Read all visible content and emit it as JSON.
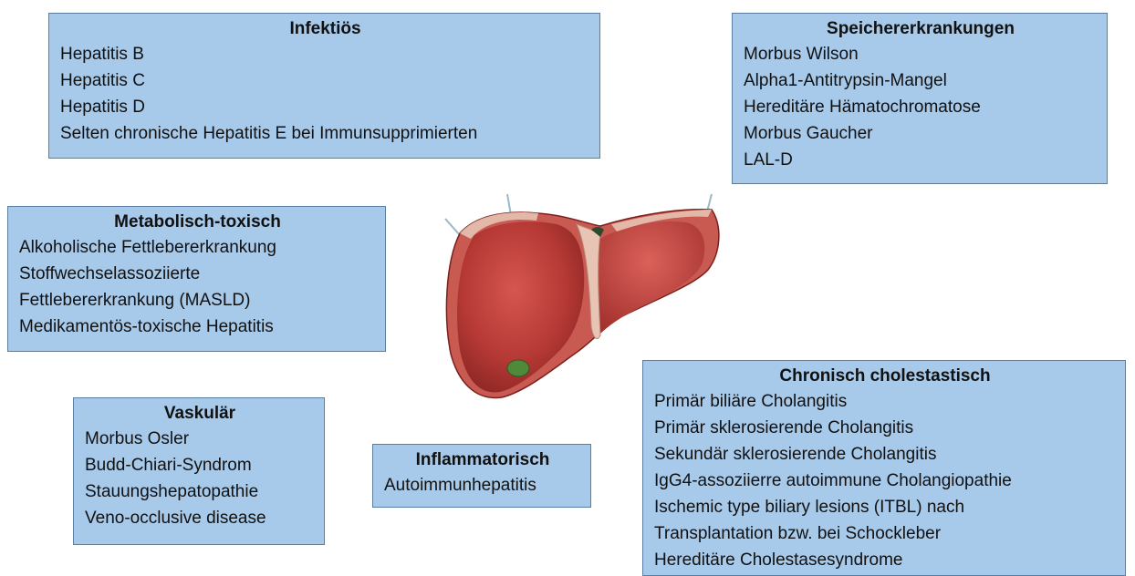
{
  "infektioes": {
    "title": "Infektiös",
    "items": [
      "Hepatitis B",
      "Hepatitis C",
      "Hepatitis D",
      "Selten chronische Hepatitis E bei Immunsupprimierten"
    ]
  },
  "speicher": {
    "title": "Speichererkrankungen",
    "items": [
      "Morbus Wilson",
      "Alpha1-Antitrypsin-Mangel",
      "Hereditäre Hämatochromatose",
      "Morbus Gaucher",
      "LAL-D"
    ]
  },
  "metabolisch": {
    "title": "Metabolisch-toxisch",
    "items": [
      "Alkoholische Fettlebererkrankung",
      "Stoffwechselassoziierte",
      "Fettlebererkrankung (MASLD)",
      "Medikamentös-toxische Hepatitis"
    ]
  },
  "vaskulaer": {
    "title": "Vaskulär",
    "items": [
      "Morbus Osler",
      "Budd-Chiari-Syndrom",
      "Stauungshepatopathie",
      "Veno-occlusive disease"
    ]
  },
  "inflammatorisch": {
    "title": "Inflammatorisch",
    "items": [
      "Autoimmunhepatitis"
    ]
  },
  "cholestatisch": {
    "title": "Chronisch cholestastisch",
    "items": [
      "Primär biliäre Cholangitis",
      "Primär sklerosierende Cholangitis",
      "Sekundär sklerosierende Cholangitis",
      "IgG4-assoziierre autoimmune Cholangiopathie",
      "Ischemic type biliary lesions (ITBL) nach",
      "Transplantation bzw. bei Schockleber",
      "Hereditäre Cholestasesyndrome"
    ]
  },
  "colors": {
    "box_fill": "#a7c9ea",
    "box_border": "#5a7ea3",
    "liver": "#b83a36",
    "gallbladder": "#4f8a3a"
  }
}
